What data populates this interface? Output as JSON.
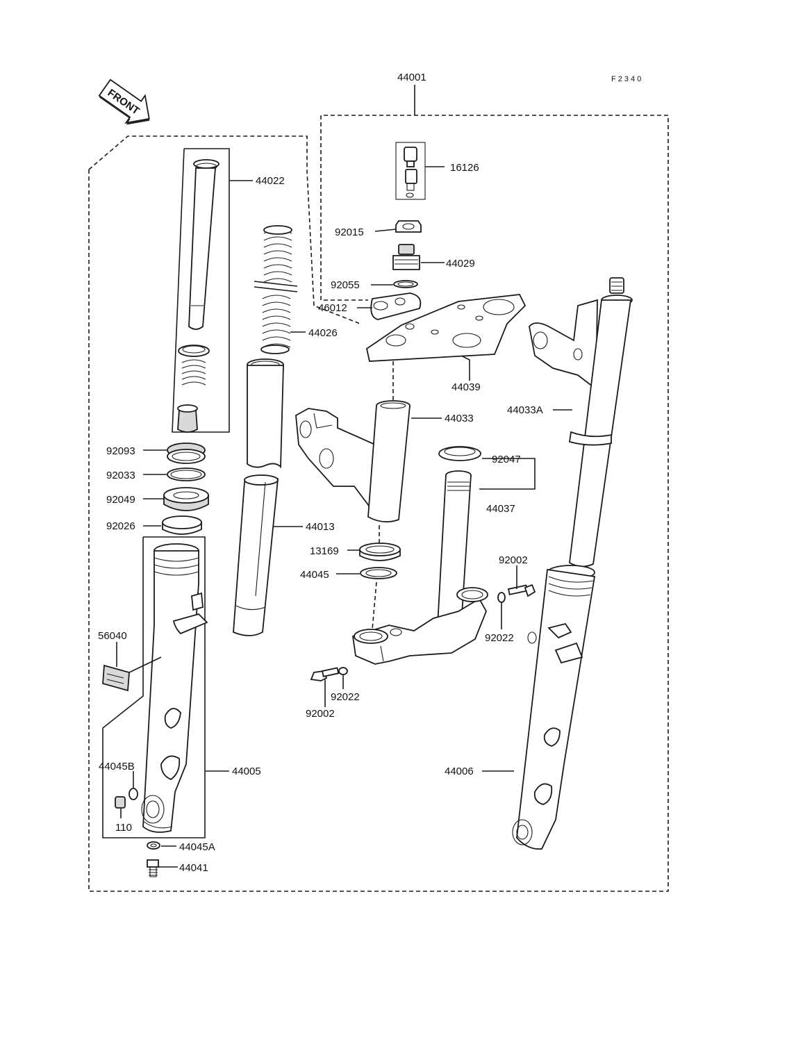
{
  "figure_code": "F2340",
  "front_label": "FRONT",
  "parts": {
    "p44001": "44001",
    "p16126": "16126",
    "p92015": "92015",
    "p44029": "44029",
    "p92055": "92055",
    "p46012": "46012",
    "p44022": "44022",
    "p44026": "44026",
    "p44039": "44039",
    "p44033A": "44033A",
    "p44033": "44033",
    "p92047": "92047",
    "p44037": "44037",
    "p92093": "92093",
    "p92033": "92033",
    "p92049": "92049",
    "p92026": "92026",
    "p44013": "44013",
    "p13169": "13169",
    "p44045": "44045",
    "p92002a": "92002",
    "p92022a": "92022",
    "p56040": "56040",
    "p92022b": "92022",
    "p92002b": "92002",
    "p44045B": "44045B",
    "p44005": "44005",
    "p44006": "44006",
    "p110": "110",
    "p44045A": "44045A",
    "p44041": "44041"
  }
}
